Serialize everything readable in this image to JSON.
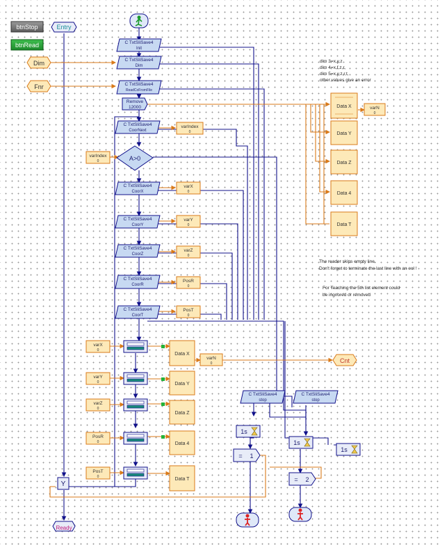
{
  "buttons": {
    "stop": "btnStop",
    "read": "btnRead"
  },
  "entry": "Entry",
  "ready": "Ready",
  "inputs": {
    "dim": "Dim",
    "fnr": "Fnr"
  },
  "output": {
    "cnt": "Cnt"
  },
  "lib": "C TxtSliSave4",
  "commands": {
    "init": "Init",
    "dim": "Dim",
    "read": "ReadCoFromFile",
    "coor_next": "CoorNext",
    "coor_x": "CoorX",
    "coor_y": "CoorY",
    "coor_z": "CoorZ",
    "coor_r": "CoorR",
    "coor_t": "CoorT",
    "stop": "stop"
  },
  "remove": {
    "label": "Remove",
    "value": "12000"
  },
  "decision": "A>0",
  "yes_marker": "Y",
  "vars": {
    "index": "varIndex",
    "x": "varX",
    "y": "varY",
    "z": "varZ",
    "r": "PosR",
    "t": "PosT",
    "n": "varN"
  },
  "zero": "0",
  "lists": {
    "x": "Data X",
    "y": "Data Y",
    "z": "Data Z",
    "four": "Data 4",
    "t": "Data T"
  },
  "timers": {
    "one": "1s"
  },
  "assign": {
    "eq": "=",
    "one": "1",
    "two": "2"
  },
  "notes": {
    "dim": [
      "dim 3=x,y,z",
      "dim 4=x,f,z,r,",
      "dim 5=x,y,z,r,t,",
      "other values give an error"
    ],
    "reader": [
      "The reader skips empty line.",
      "Don't forget to  terminate the last line with an eol !"
    ],
    "teaching": [
      "For Teaching the 5th list element could",
      "be ingnored or removed"
    ]
  },
  "colors": {
    "wire_blue": "#10108a",
    "wire_orange": "#d97a1a",
    "block": "#c7d9f2",
    "list": "#fde9b8",
    "var": "#fde9b8"
  }
}
